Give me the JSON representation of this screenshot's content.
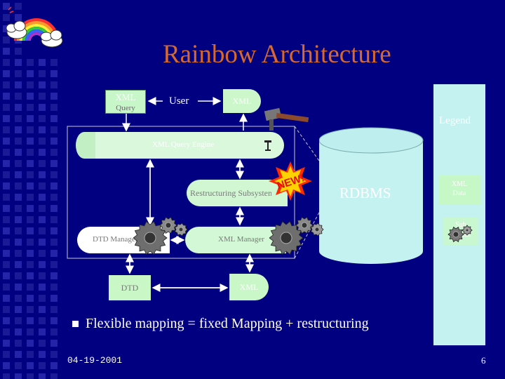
{
  "title": "Rainbow Architecture",
  "top": {
    "xml_query_box": {
      "line1": "XML",
      "line2": "Query"
    },
    "user": "User",
    "xml": "XML"
  },
  "legend": {
    "title": "Legend",
    "xml_data": [
      "XML",
      "Data"
    ],
    "subsystem": [
      "Sub",
      "system"
    ]
  },
  "components": {
    "xml_query_engine": "XML Query Engine",
    "restructuring_subsystem": "Restructuring Subsystem",
    "new_badge": "NEW!",
    "dtd_manager": "DTD Manager",
    "xml_manager": "XML Manager",
    "rdbms": "RDBMS"
  },
  "bottom": {
    "dtd": "DTD",
    "xml": "XML"
  },
  "bullet": "Flexible mapping = fixed Mapping + restructuring",
  "footer": {
    "date": "04-19-2001",
    "page_number": "6"
  },
  "colors": {
    "background": "#000080",
    "title": "#d8692e",
    "legend_panel": "#c4f2f0",
    "box_green": "#c9f7c7",
    "rdbms_cylinder": "#c4f2f0"
  }
}
